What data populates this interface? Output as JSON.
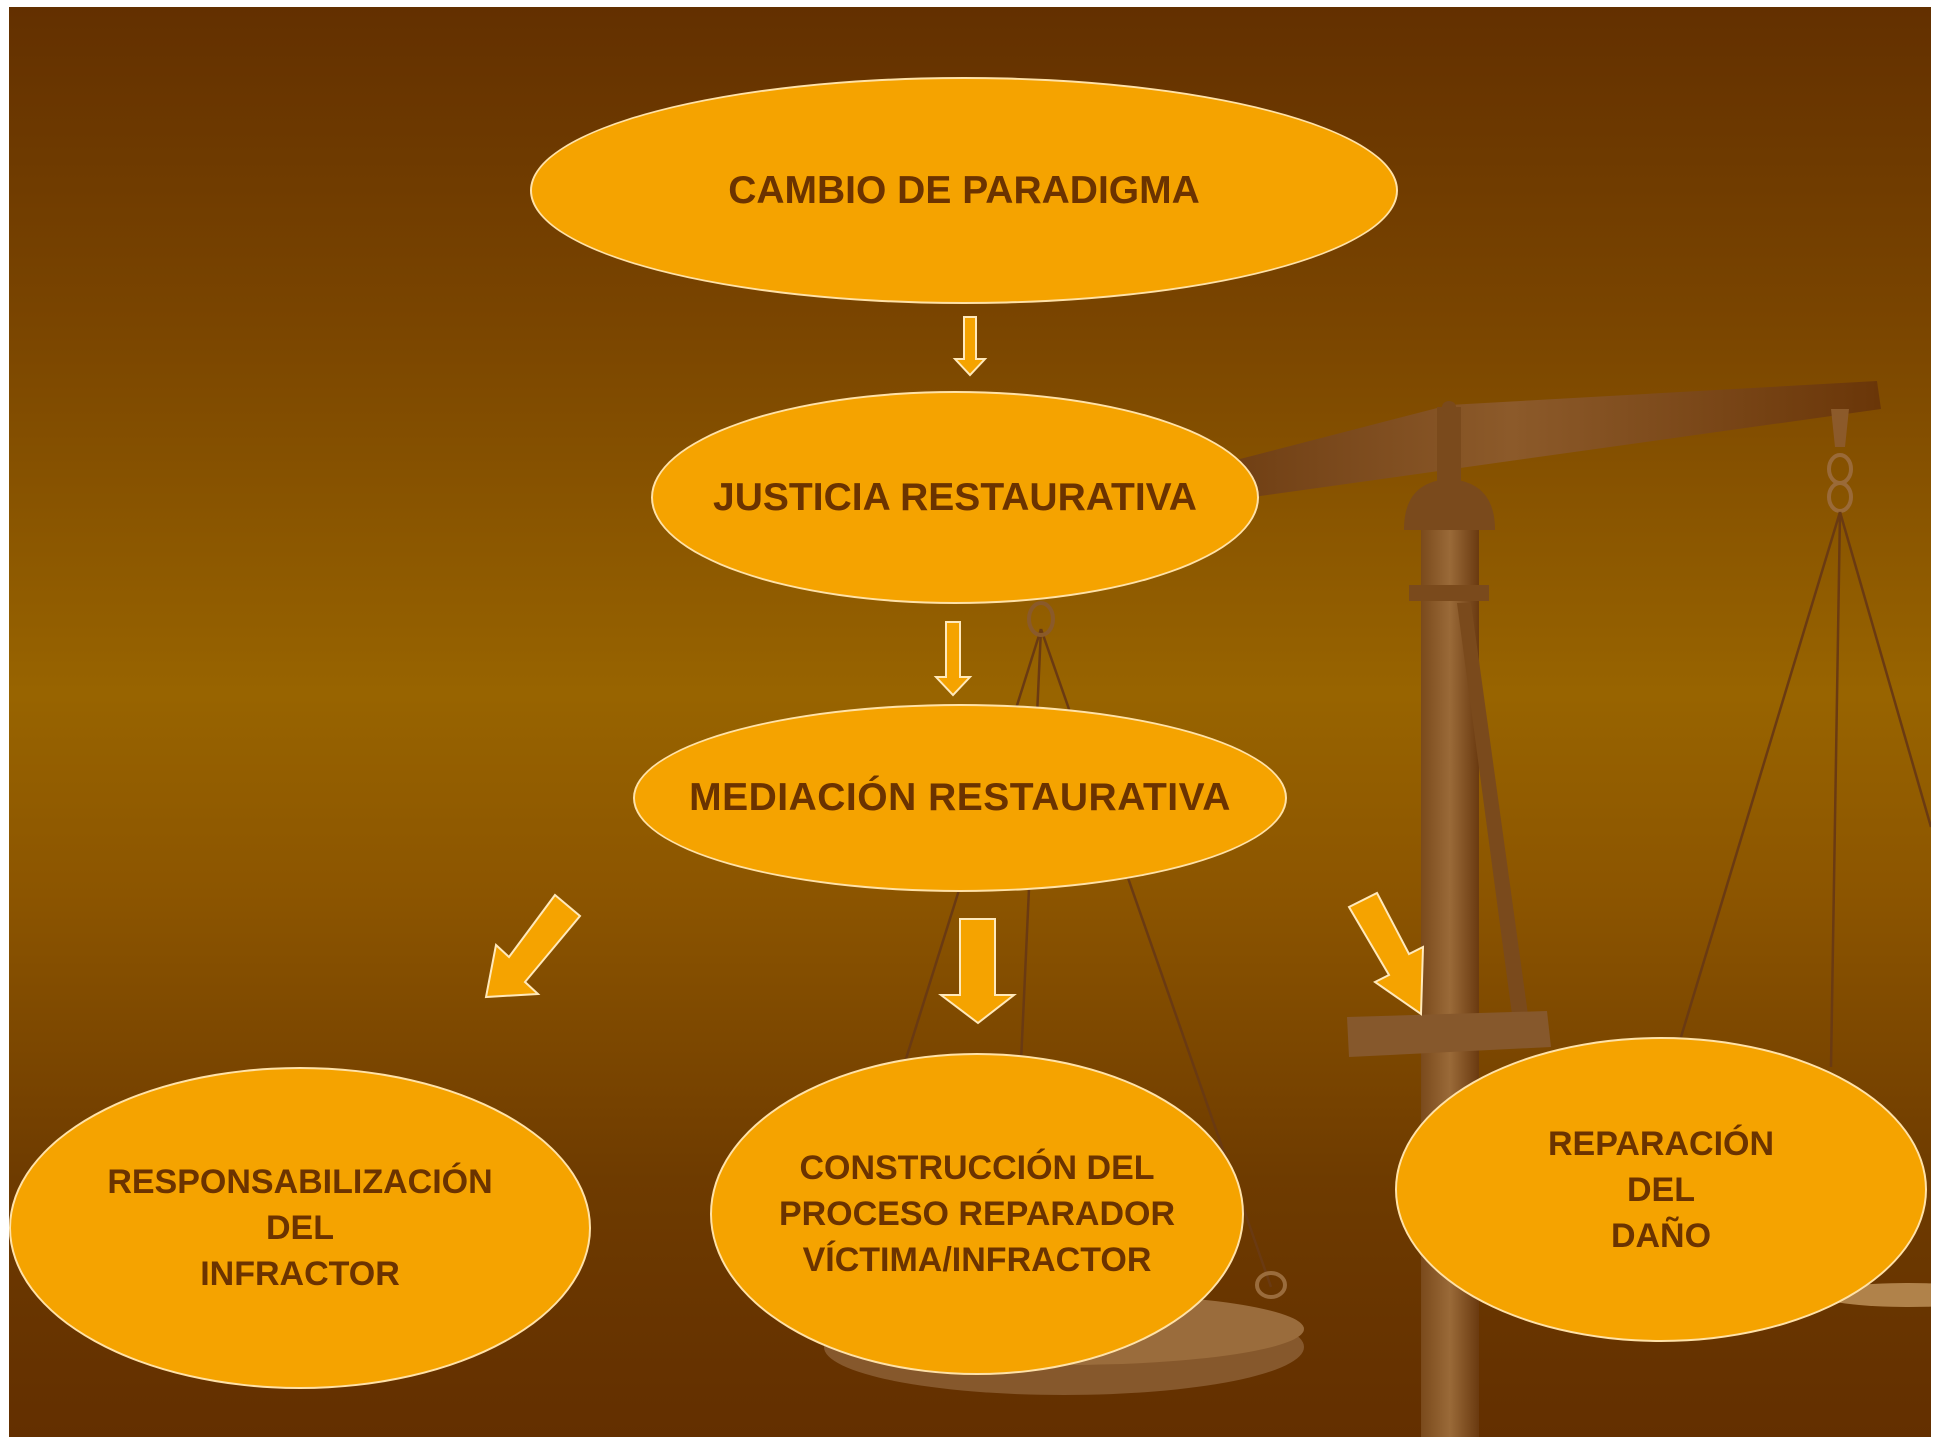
{
  "nodes": {
    "top": "CAMBIO DE PARADIGMA",
    "justicia": "JUSTICIA RESTAURATIVA",
    "mediacion": "MEDIACIÓN RESTAURATIVA",
    "responsabilizacion": "RESPONSABILIZACIÓN\nDEL\nINFRACTOR",
    "construccion": "CONSTRUCCIÓN DEL\nPROCESO REPARADOR\nVÍCTIMA/INFRACTOR",
    "reparacion": "REPARACIÓN\nDEL\nDAÑO"
  },
  "colors": {
    "node_fill": "#f5a300",
    "node_text": "#6b3300",
    "background_dark": "#633000",
    "background_light": "#986400"
  }
}
